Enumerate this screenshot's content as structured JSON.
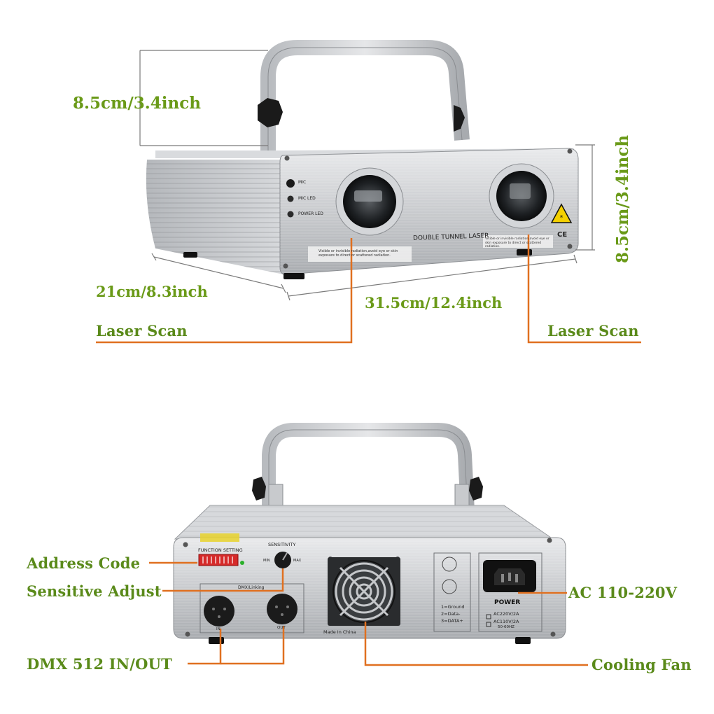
{
  "dimensions": {
    "handle_height": "8.5cm/3.4inch",
    "body_height": "8.5cm/3.4inch",
    "depth": "21cm/8.3inch",
    "width": "31.5cm/12.4inch"
  },
  "front_labels": {
    "laser_scan_left": "Laser Scan",
    "laser_scan_right": "Laser Scan"
  },
  "front_panel": {
    "mic": "MIC",
    "mic_led": "MIC LED",
    "power_led": "POWER LED",
    "model": "DOUBLE TUNNEL LASER",
    "warning_left": "Visible or invisible radiation,avoid eye or skin exposure to direct or scattered radiation.",
    "warning_right": "Visible or invisible radiation,avoid eye or skin exposure to direct or scattered radiation.",
    "ce": "CE"
  },
  "rear_labels": {
    "address_code": "Address Code",
    "sensitive_adjust": "Sensitive Adjust",
    "dmx": "DMX 512 IN/OUT",
    "ac": "AC 110-220V",
    "cooling_fan": "Cooling Fan"
  },
  "rear_panel": {
    "function_setting": "FUNCTION SETTING",
    "sensitivity": "SENSITIVITY",
    "min": "MIN",
    "max": "MAX",
    "dmx_linking": "DMX/Linking",
    "in": "IN",
    "out": "OUT",
    "made_in": "Made In China",
    "pin1": "1=Ground",
    "pin2": "2=Data-",
    "pin3": "3=DATA+",
    "power": "POWER",
    "ac220": "AC220V/2A",
    "ac110": "AC110V/2A",
    "hz": "50-60HZ"
  },
  "colors": {
    "label_green": "#5a8a1a",
    "leader_orange": "#e07020"
  }
}
